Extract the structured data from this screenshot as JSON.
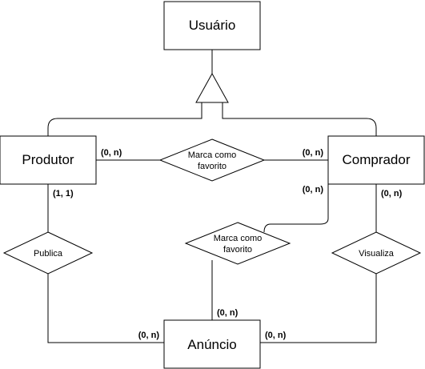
{
  "entities": {
    "usuario": "Usuário",
    "produtor": "Produtor",
    "comprador": "Comprador",
    "anuncio": "Anúncio"
  },
  "relationships": {
    "favorito_top_line1": "Marca como",
    "favorito_top_line2": "favorito",
    "favorito_mid_line1": "Marca como",
    "favorito_mid_line2": "favorito",
    "publica": "Publica",
    "visualiza": "Visualiza"
  },
  "cardinalities": {
    "produtor_favorito": "(0, n)",
    "comprador_favorito_top": "(0, n)",
    "produtor_publica": "(1, 1)",
    "comprador_favorito_mid": "(0, n)",
    "comprador_visualiza": "(0, n)",
    "anuncio_favorito": "(0, n)",
    "anuncio_publica": "(0, n)",
    "anuncio_visualiza": "(0, n)"
  }
}
